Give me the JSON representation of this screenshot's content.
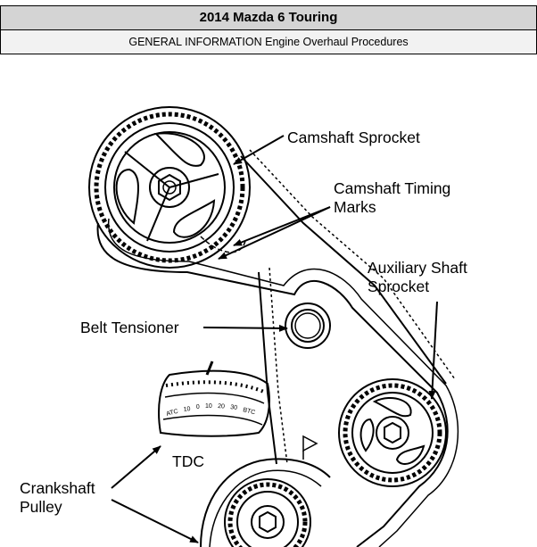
{
  "header": {
    "title": "2014 Mazda 6 Touring",
    "subtitle": "GENERAL INFORMATION Engine Overhaul Procedures"
  },
  "diagram": {
    "labels": {
      "camshaft_sprocket": "Camshaft Sprocket",
      "camshaft_timing_marks_1": "Camshaft Timing",
      "camshaft_timing_marks_2": "Marks",
      "auxiliary_shaft_sprocket_1": "Auxiliary Shaft",
      "auxiliary_shaft_sprocket_2": "Sprocket",
      "belt_tensioner": "Belt Tensioner",
      "tdc": "TDC",
      "crankshaft_pulley_1": "Crankshaft",
      "crankshaft_pulley_2": "Pulley"
    },
    "dial_scale": [
      "ATC",
      "10",
      "0",
      "10",
      "20",
      "30",
      "BTC"
    ]
  }
}
